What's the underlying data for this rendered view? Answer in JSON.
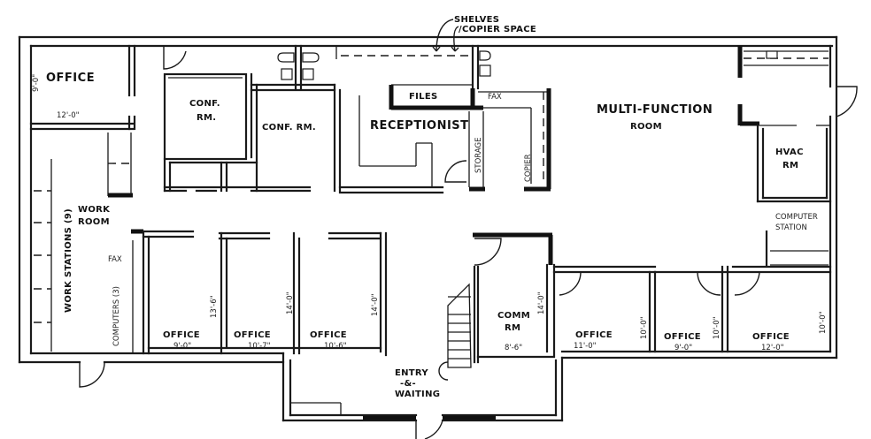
{
  "plan": {
    "annotation": {
      "shelves": "SHELVES",
      "copier": "/COPIER SPACE"
    },
    "rooms": {
      "office_nw": {
        "name": "OFFICE",
        "dim_w": "12'-0\"",
        "dim_h": "9'-0\""
      },
      "conf_rm_1": {
        "name_line1": "CONF.",
        "name_line2": "RM."
      },
      "conf_rm_2": {
        "name": "CONF. RM."
      },
      "files": {
        "name": "FILES"
      },
      "receptionist": {
        "name": "RECEPTIONIST"
      },
      "fax": {
        "name": "FAX"
      },
      "storage": {
        "name": "STORAGE"
      },
      "copier": {
        "name": "COPIER"
      },
      "multi_function": {
        "name_line1": "MULTI-FUNCTION",
        "name_line2": "ROOM"
      },
      "hvac": {
        "name_line1": "HVAC",
        "name_line2": "RM"
      },
      "computer_station": {
        "name_line1": "COMPUTER",
        "name_line2": "STATION"
      },
      "work_room": {
        "name_line1": "WORK",
        "name_line2": "ROOM"
      },
      "work_stations": {
        "name": "WORK STATIONS (9)"
      },
      "computers": {
        "name": "COMPUTERS (3)"
      },
      "fax_work": {
        "name": "FAX"
      },
      "office_s1": {
        "name": "OFFICE",
        "dim_w": "9'-0\"",
        "dim_h": "13'-6\""
      },
      "office_s2": {
        "name": "OFFICE",
        "dim_w": "10'-7\"",
        "dim_h": "14'-0\""
      },
      "office_s3": {
        "name": "OFFICE",
        "dim_w": "10'-6\"",
        "dim_h": "14'-0\""
      },
      "comm_rm": {
        "name_line1": "COMM",
        "name_line2": "RM",
        "dim_w": "8'-6\"",
        "dim_h": "14'-0\""
      },
      "office_s4": {
        "name": "OFFICE",
        "dim_w": "11'-0\"",
        "dim_h": "10'-0\""
      },
      "office_s5": {
        "name": "OFFICE",
        "dim_w": "9'-0\"",
        "dim_h": "10'-0\""
      },
      "office_s6": {
        "name": "OFFICE",
        "dim_w": "12'-0\"",
        "dim_h": "10'-0\""
      },
      "entry": {
        "name_line1": "ENTRY",
        "name_line2": "-&-",
        "name_line3": "WAITING"
      }
    }
  }
}
